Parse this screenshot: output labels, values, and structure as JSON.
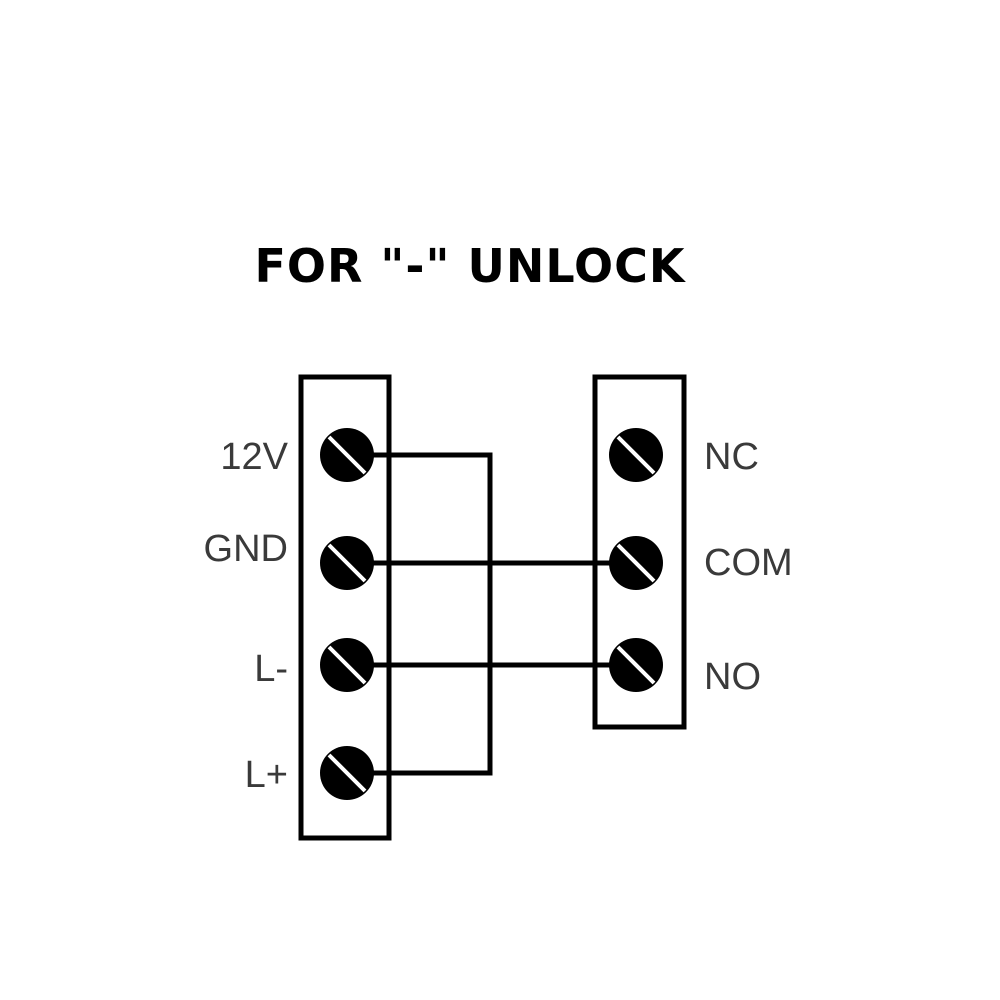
{
  "title": "FOR \"-\" UNLOCK",
  "left_block": {
    "terminals": [
      {
        "label": "12V"
      },
      {
        "label": "GND"
      },
      {
        "label": "L-"
      },
      {
        "label": "L+"
      }
    ]
  },
  "right_block": {
    "terminals": [
      {
        "label": "NC"
      },
      {
        "label": "COM"
      },
      {
        "label": "NO"
      }
    ]
  },
  "connections": [
    {
      "from": "12V",
      "to": "L+"
    },
    {
      "from": "GND",
      "to": "COM"
    },
    {
      "from": "L-",
      "to": "NO"
    }
  ],
  "colors": {
    "line": "#000000",
    "label": "#3a3a3a",
    "background": "#ffffff"
  }
}
